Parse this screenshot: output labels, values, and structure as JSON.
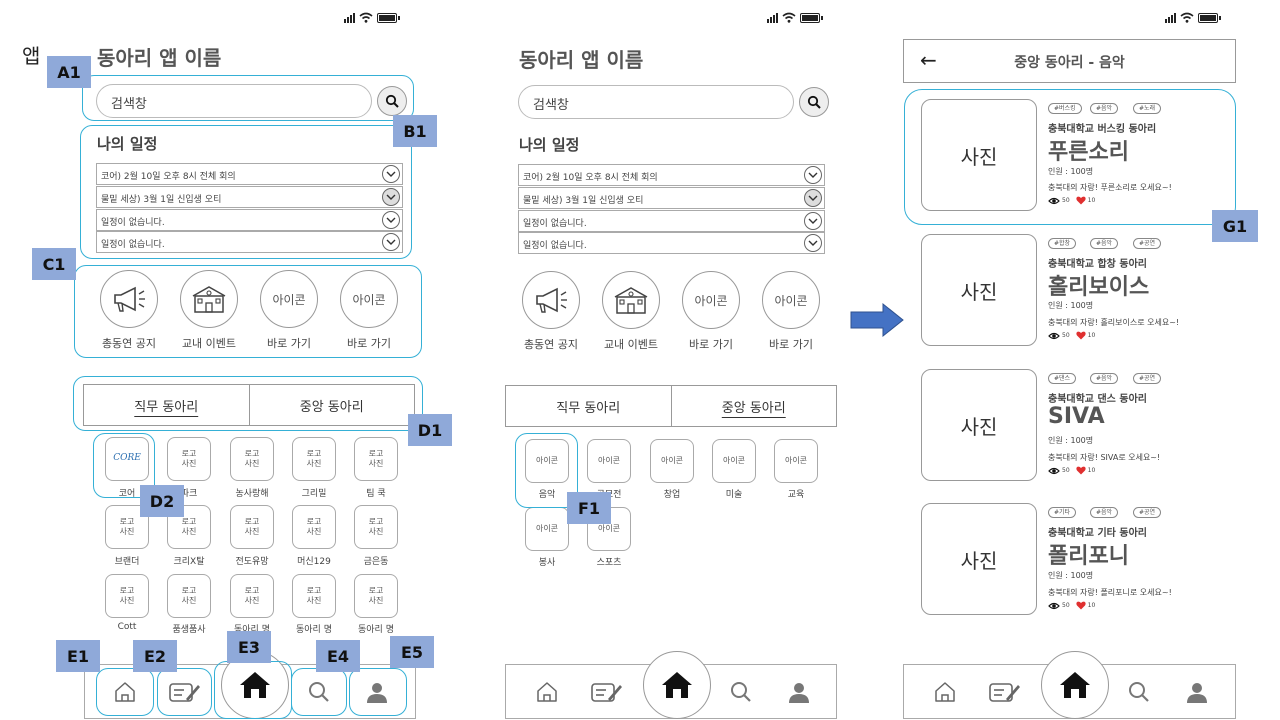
{
  "app_title": "동아리 앱 이름",
  "side_label": "앱",
  "search": {
    "placeholder": "검색창"
  },
  "schedule": {
    "title": "나의 일정",
    "items": [
      "코어) 2월 10일 오후 8시 전체 회의",
      "물밑 세상) 3월 1일 신입생 오티",
      "일정이 없습니다.",
      "일정이 없습니다."
    ]
  },
  "quick_icons": [
    {
      "icon": "megaphone-icon",
      "label": "총동연 공지"
    },
    {
      "icon": "school-building-icon",
      "label": "교내 이벤트"
    },
    {
      "icon_text": "아이콘",
      "label": "바로 가기"
    },
    {
      "icon_text": "아이콘",
      "label": "바로 가기"
    }
  ],
  "club_tabs": [
    "직무 동아리",
    "중앙 동아리"
  ],
  "logo_placeholder": "로고\n사진",
  "core_logo_text": "CORE",
  "clubs": [
    [
      "코어",
      "파크",
      "농사랑해",
      "그리밀",
      "팀 쿡"
    ],
    [
      "브랜더",
      "크리X탈",
      "전도유망",
      "머신129",
      "금은동"
    ],
    [
      "Cott",
      "품생품사",
      "동아리 명",
      "동아리 명",
      "동아리 명"
    ]
  ],
  "categories": {
    "icon_text": "아이콘",
    "labels": [
      "음악",
      "공모전",
      "창업",
      "미술",
      "교육",
      "봉사",
      "스포츠"
    ]
  },
  "annotations": {
    "A1": "A1",
    "B1": "B1",
    "C1": "C1",
    "D1": "D1",
    "D2": "D2",
    "E1": "E1",
    "E2": "E2",
    "E3": "E3",
    "E4": "E4",
    "E5": "E5",
    "F1": "F1",
    "G1": "G1"
  },
  "detail": {
    "back": "←",
    "title": "중앙 동아리 - 음악",
    "photo": "사진",
    "cards": [
      {
        "tags": [
          "#버스킹",
          "#음악",
          "#노래"
        ],
        "school": "충북대학교 버스킹 동아리",
        "name": "푸른소리",
        "members": "인원 : 100명",
        "desc": "충북대의 자랑! 푸른소리로 오세요~!",
        "views": "50",
        "likes": "10"
      },
      {
        "tags": [
          "#합창",
          "#음악",
          "#공연"
        ],
        "school": "충북대학교 합창 동아리",
        "name": "홀리보이스",
        "members": "인원 : 100명",
        "desc": "충북대의 자랑! 홀리보이스로 오세요~!",
        "views": "50",
        "likes": "10"
      },
      {
        "tags": [
          "#댄스",
          "#음악",
          "#공연"
        ],
        "school": "충북대학교 댄스 동아리",
        "name": "SIVA",
        "members": "인원 : 100명",
        "desc": "충북대의 자랑! SIVA로 오세요~!",
        "views": "50",
        "likes": "10"
      },
      {
        "tags": [
          "#기타",
          "#음악",
          "#공연"
        ],
        "school": "충북대학교 기타 동아리",
        "name": "폴리포니",
        "members": "인원 : 100명",
        "desc": "충북대의 자랑! 폴리포니로 오세요~!",
        "views": "50",
        "likes": "10"
      }
    ]
  },
  "colors": {
    "highlight": "#35b0d6",
    "tag_bg": "#8fa9d9",
    "arrow": "#4472c4",
    "heart": "#e03030"
  }
}
